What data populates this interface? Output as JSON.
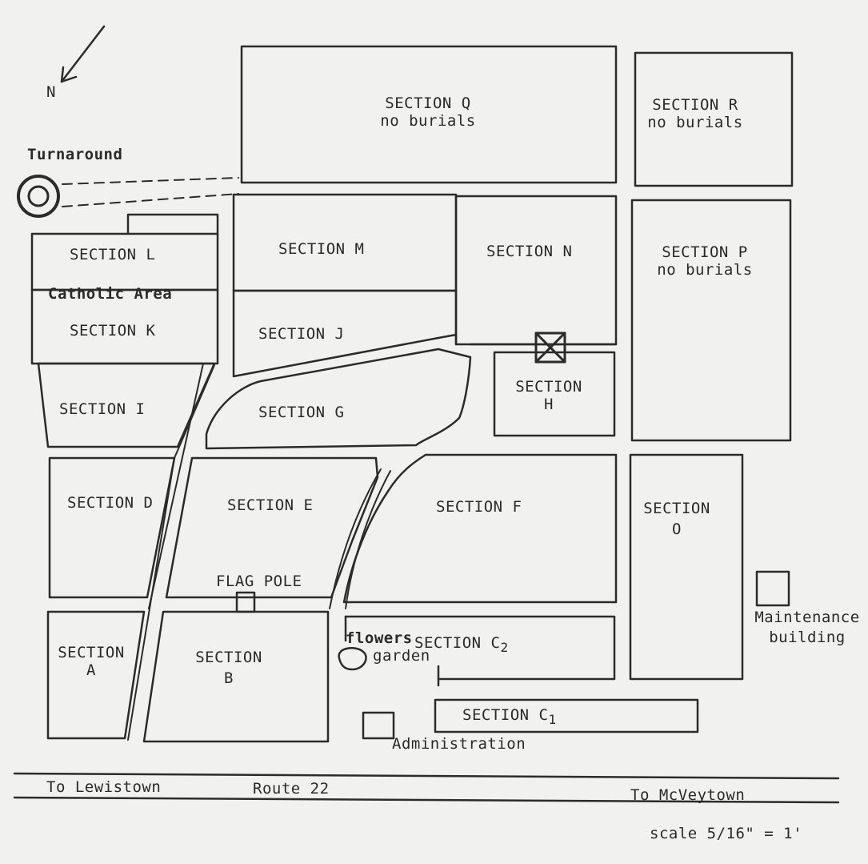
{
  "compass": {
    "label": "N"
  },
  "turnaround": {
    "label": "Turnaround"
  },
  "sections": {
    "q": {
      "name": "SECTION Q",
      "note": "no burials"
    },
    "r": {
      "name": "SECTION R",
      "note": "no burials"
    },
    "p": {
      "name": "SECTION P",
      "note": "no burials"
    },
    "l": {
      "name": "SECTION L"
    },
    "catholic": {
      "label": "Catholic Area"
    },
    "k": {
      "name": "SECTION K"
    },
    "m": {
      "name": "SECTION M"
    },
    "n": {
      "name": "SECTION N"
    },
    "j": {
      "name": "SECTION J"
    },
    "i": {
      "name": "SECTION I"
    },
    "g": {
      "name": "SECTION G"
    },
    "h": {
      "line1": "SECTION",
      "line2": "H"
    },
    "d": {
      "name": "SECTION D"
    },
    "e": {
      "name": "SECTION E"
    },
    "f": {
      "name": "SECTION F"
    },
    "o": {
      "line1": "SECTION",
      "line2": "O"
    },
    "a": {
      "line1": "SECTION",
      "line2": "A"
    },
    "b": {
      "line1": "SECTION",
      "line2": "B"
    },
    "c2": {
      "name": "SECTION C",
      "sub": "2"
    },
    "c1": {
      "name": "SECTION C",
      "sub": "1"
    }
  },
  "landmarks": {
    "flag_pole": "FLAG POLE",
    "flower_line1": "flowers",
    "flower_line2": "garden",
    "maintenance_line1": "Maintenance",
    "maintenance_line2": "building",
    "administration": "Administration"
  },
  "road": {
    "name": "Route 22",
    "west": "To Lewistown",
    "east": "To McVeytown"
  },
  "scale": "scale 5/16\" = 1'"
}
